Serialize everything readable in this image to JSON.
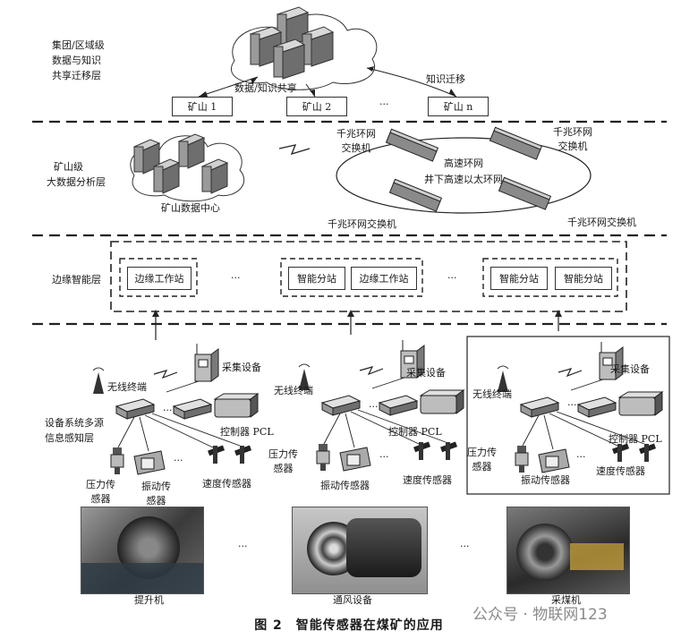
{
  "layers": {
    "group": [
      "集团/区域级",
      "数据与知识",
      "共享迁移层"
    ],
    "mine": [
      "矿山级",
      "大数据分析层"
    ],
    "edge": "边缘智能层",
    "device": [
      "设备系统多源",
      "信息感知层"
    ]
  },
  "top": {
    "share_label": "数据/知识共享",
    "migration_label": "知识迁移",
    "mines": [
      "矿山 1",
      "矿山 2",
      "矿山 n"
    ],
    "ellipsis": "···"
  },
  "mine_level": {
    "datacenter_label": "矿山数据中心",
    "ring_labels": [
      "高速环网",
      "井下高速以太环网"
    ],
    "switch_labels": [
      "千兆环网\n交换机",
      "千兆环网\n交换机",
      "千兆环网交换机",
      "千兆环网交换机"
    ]
  },
  "edge": {
    "group1": [
      "边缘工作站"
    ],
    "group2": [
      "智能分站",
      "边缘工作站"
    ],
    "group3": [
      "智能分站",
      "智能分站"
    ],
    "ellipsis": "···"
  },
  "device": {
    "wireless_terminal": "无线终端",
    "collector": "采集设备",
    "controller": "控制器 PCL",
    "pressure_sensor": "压力传感器",
    "vibration_sensor": "振动传感器",
    "speed_sensor": "速度传感器",
    "pressure_sensor_split": [
      "压力传",
      "感器"
    ],
    "vibration_sensor_split": [
      "振动传",
      "感器"
    ],
    "ellipsis": "···"
  },
  "equipment": {
    "names": [
      "提升机",
      "通风设备",
      "采煤机"
    ],
    "ellipsis": "···"
  },
  "caption": "图 2　智能传感器在煤矿的应用",
  "watermark": "公众号 · 物联网123",
  "colors": {
    "line": "#222222",
    "server": "#6e6e6e",
    "photo_dark": "#3a3a3a"
  }
}
